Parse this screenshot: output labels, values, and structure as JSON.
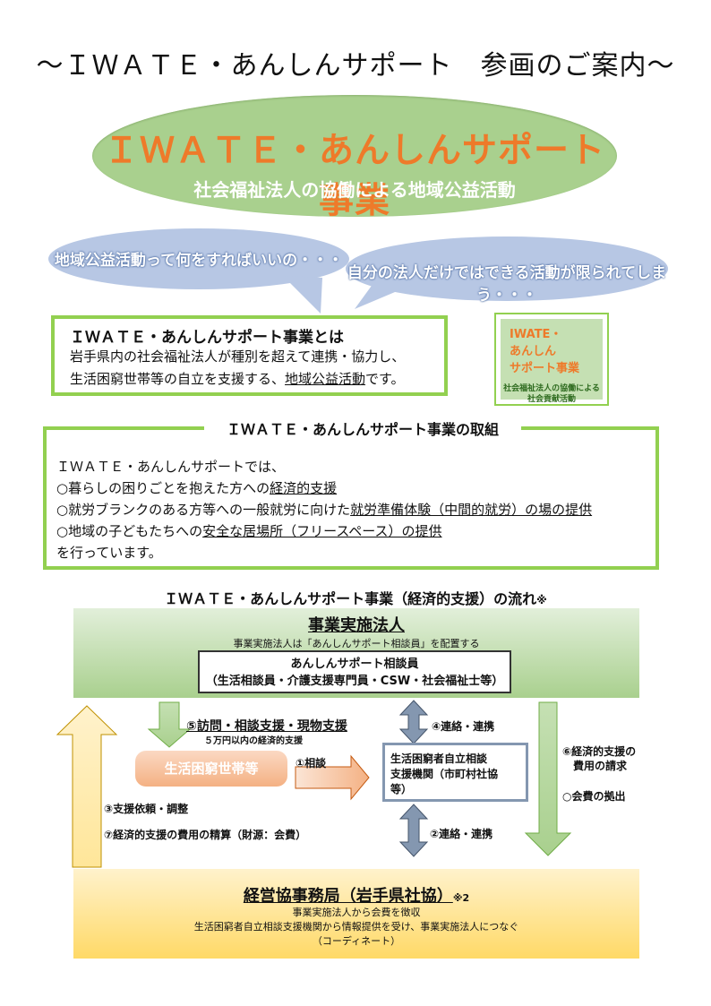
{
  "page_title": "～ＩＷＡＴＥ・あんしんサポート　参画のご案内～",
  "hero": {
    "title": "ＩＷＡＴＥ・あんしんサポート事業",
    "subtitle": "社会福祉法人の協働による地域公益活動"
  },
  "bubbles": {
    "left": "地域公益活動って何をすればいいの・・・",
    "right": "自分の法人だけではできる活動が限られてしまう・・・"
  },
  "intro": {
    "title": "ＩＷＡＴＥ・あんしんサポート事業とは",
    "line1": "岩手県内の社会福祉法人が種別を超えて連携・協力し、",
    "line2_prefix": "生活困窮世帯等の自立を支援する、",
    "line2_underline": "地域公益活動",
    "line2_suffix": "です。"
  },
  "logo": {
    "line1": "IWATE・",
    "line2": "あんしん",
    "line3": "サポート事業",
    "line4": "社会福祉法人の協働による",
    "line5": "社会貢献活動"
  },
  "activities": {
    "title": "ＩＷＡＴＥ・あんしんサポート事業の取組",
    "lead": "ＩＷＡＴＥ・あんしんサポートでは、",
    "item1_prefix": "○暮らしの困りごとを抱えた方への",
    "item1_underline": "経済的支援",
    "item2_prefix": "○就労ブランクのある方等への一般就労に向けた",
    "item2_underline": "就労準備体験（中間的就労）の場の提供",
    "item3_prefix": "○地域の子どもたちへの",
    "item3_underline": "安全な居場所（フリースペース）の提供",
    "closing": "を行っています。"
  },
  "flow": {
    "title": "ＩＷＡＴＥ・あんしんサポート事業（経済的支援）の流れ",
    "title_mark": "※",
    "corp_title": "事業実施法人",
    "corp_note": "事業実施法人は「あんしんサポート相談員」を配置する",
    "staff_line1": "あんしんサポート相談員",
    "staff_line2": "（生活相談員・介護支援専門員・CSW・社会福祉士等）",
    "household": "生活困窮世帯等",
    "agency_line1": "生活困窮者自立相談",
    "agency_line2": "支援機関（市町村社協",
    "agency_line3": "等）",
    "step1": "①相談",
    "step2": "②連絡・連携",
    "step3": "③支援依頼・調整",
    "step4": "④連絡・連携",
    "step5": "⑤訪問・相談支援・現物支援",
    "step5_note": "５万円以内の経済的支援",
    "step6_line1": "⑥経済的支援の",
    "step6_line2": "費用の請求",
    "fee": "○会費の拠出",
    "step7": "⑦経済的支援の費用の精算（財源：会費）",
    "secretariat_title": "経営協事務局（岩手県社協）",
    "secretariat_mark": "※2",
    "secretariat_line1": "事業実施法人から会費を徴収",
    "secretariat_line2": "生活困窮者自立相談支援機関から情報提供を受け、事業実施法人につなぐ",
    "secretariat_line3": "（コーディネート）"
  },
  "colors": {
    "green": "#a9d08e",
    "green_border": "#92d050",
    "orange": "#ee7a2a",
    "blue_bubble": "#b7c7e4",
    "yellow": "#ffd966",
    "steel_blue": "#8497b0"
  }
}
